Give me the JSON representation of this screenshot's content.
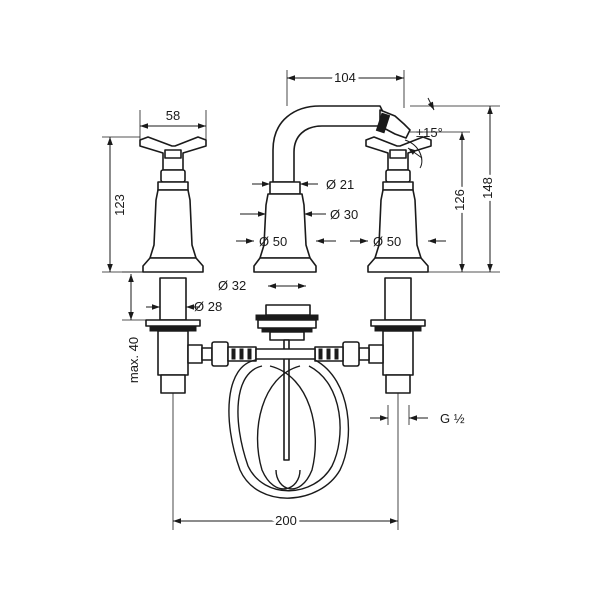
{
  "diagram": {
    "dimensions": {
      "handle_width": "58",
      "valve_height": "123",
      "spout_reach": "104",
      "spout_tilt": "±15°",
      "spout_neck_dia": "Ø 21",
      "spout_body_dia": "Ø 30",
      "base_dia_left": "Ø 50",
      "base_dia_right": "Ø 50",
      "spout_height_126": "126",
      "total_height": "148",
      "thread_dia": "Ø 32",
      "shank_dia": "Ø 28",
      "max_thickness": "max. 40",
      "connection_thread": "G ½",
      "center_distance": "200"
    }
  }
}
